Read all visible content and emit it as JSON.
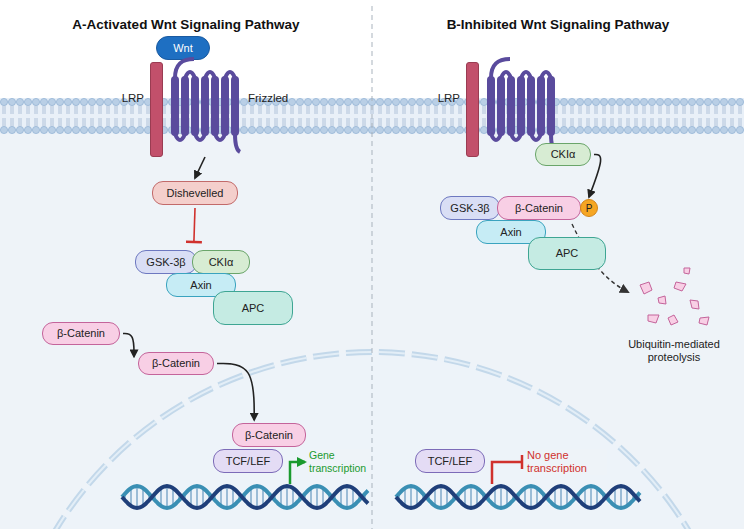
{
  "diagram": {
    "nodes": [
      {
        "text": [
          "LRP"
        ]
      },
      {
        "text": [
          "Wnt"
        ]
      },
      {
        "text": [
          "Frizzled"
        ]
      },
      {
        "text": [
          "Dishevelled"
        ]
      },
      {
        "text": [
          "GSK-3β"
        ]
      },
      {
        "text": [
          "CKIα"
        ]
      },
      {
        "text": [
          "Axin"
        ]
      },
      {
        "text": [
          "APC"
        ]
      },
      {
        "text": [
          "β-Catenin"
        ]
      },
      {
        "text": [
          "β-Catenin"
        ]
      },
      {
        "text": [
          "β-Catenin"
        ]
      },
      {
        "text": [
          "TCF/LEF"
        ]
      },
      {
        "text": [
          "LRP"
        ]
      },
      {
        "text": [
          "CKIα"
        ]
      },
      {
        "text": [
          "GSK-3β"
        ]
      },
      {
        "text": [
          "β-Catenin"
        ]
      },
      {
        "text": [
          "P"
        ]
      },
      {
        "text": [
          "Axin"
        ]
      },
      {
        "text": [
          "APC"
        ]
      },
      {
        "text": [
          "TCF/LEF"
        ]
      }
    ],
    "edges": [
      {
        "from": 2,
        "to": 3,
        "arrow": "to"
      },
      {
        "from": 3,
        "to": 4,
        "arrow": "to"
      },
      {
        "from": 8,
        "to": 9,
        "arrow": "to"
      },
      {
        "from": 9,
        "to": 10,
        "arrow": "to"
      },
      {
        "from": 13,
        "to": 16,
        "arrow": "to"
      }
    ],
    "labels": [
      "A-Activated Wnt Signaling Pathway",
      "B-Inhibited Wnt Signaling Pathway",
      "Gene transcription",
      "No gene transcription",
      "Ubiquitin-mediated proteolysis"
    ]
  }
}
